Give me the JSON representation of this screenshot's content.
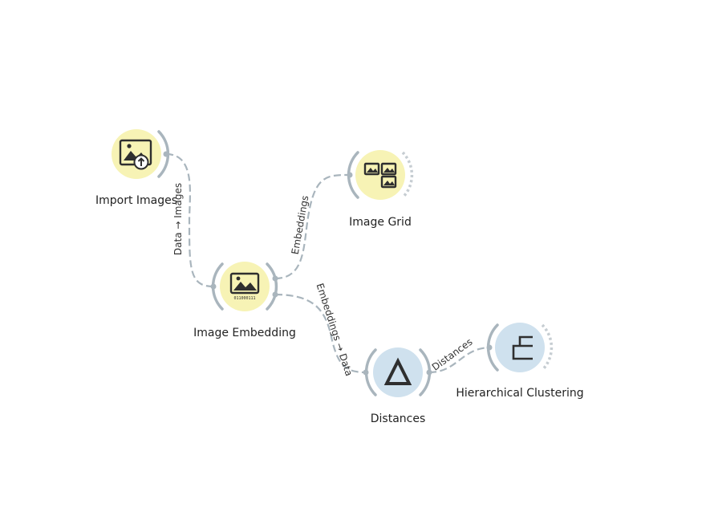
{
  "workflow": {
    "nodes": {
      "import_images": {
        "label": "Import Images",
        "icon": "image-upload-icon",
        "color": "#f7f3b5"
      },
      "image_embedding": {
        "label": "Image Embedding",
        "icon": "image-embedding-icon",
        "icon_caption": "011000111",
        "color": "#f7f3b5"
      },
      "image_grid": {
        "label": "Image Grid",
        "icon": "image-grid-icon",
        "color": "#f7f3b5"
      },
      "distances": {
        "label": "Distances",
        "icon": "delta-icon",
        "icon_glyph": "Δ",
        "color": "#cfe1ee"
      },
      "hierarchical_clustering": {
        "label": "Hierarchical Clustering",
        "icon": "dendrogram-icon",
        "color": "#cfe1ee"
      }
    },
    "links": {
      "import_to_embedding": "Data → Images",
      "embedding_to_grid": "Embeddings",
      "embedding_to_distances": "Embeddings → Data",
      "distances_to_clustering": "Distances"
    }
  }
}
